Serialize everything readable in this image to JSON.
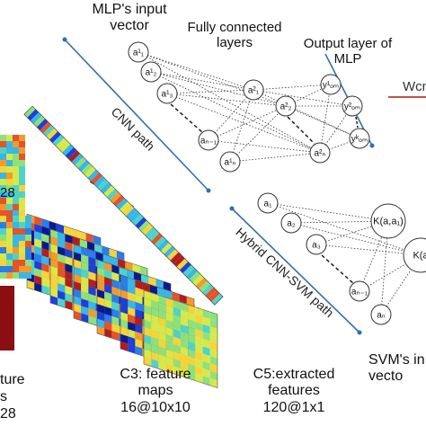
{
  "labels": {
    "mlp_input": "MLP's input\nvector",
    "fully_connected": "Fully connected\nlayers",
    "output_layer": "Output layer of\nMLP",
    "c3": "C3: feature\nmaps\n16@10x10",
    "c5": "C5:extracted\nfeatures\n120@1x1",
    "svm_input": "SVM's in\nvecto",
    "left_partial_1": "ture",
    "left_partial_2": "s",
    "left_partial_3": "28",
    "left_partial_top": "28",
    "cnn_path": "CNN path",
    "hybrid_path": "Hybrid CNN-SVM path",
    "wcm": "Wcm"
  },
  "mlp_nodes": {
    "input": [
      "a¹₁",
      "a¹₂",
      "a¹₃",
      "aₙ₋₁",
      "a¹ₙ"
    ],
    "hidden": [
      "a²₁",
      "a²₂",
      "a²ₙ"
    ],
    "output": [
      "y¹ₒₘ",
      "y²ₒₘ",
      "yᵏₒₘ"
    ]
  },
  "svm_nodes": {
    "input": [
      "a₁",
      "a₂",
      "a₃",
      "aₙ₋₁",
      "aₙ"
    ],
    "kernel": [
      "K(a,a₁)",
      "K(a"
    ]
  },
  "colors": {
    "path_line": "#2f6fb5",
    "dashed_red": "#c0392b",
    "dark_red_block": "#8b0f12",
    "wcm_line": "#c0392b"
  },
  "icons": {
    "feature_strip": "colored-feature-strip",
    "feature_maps": "heatmap-stack"
  }
}
